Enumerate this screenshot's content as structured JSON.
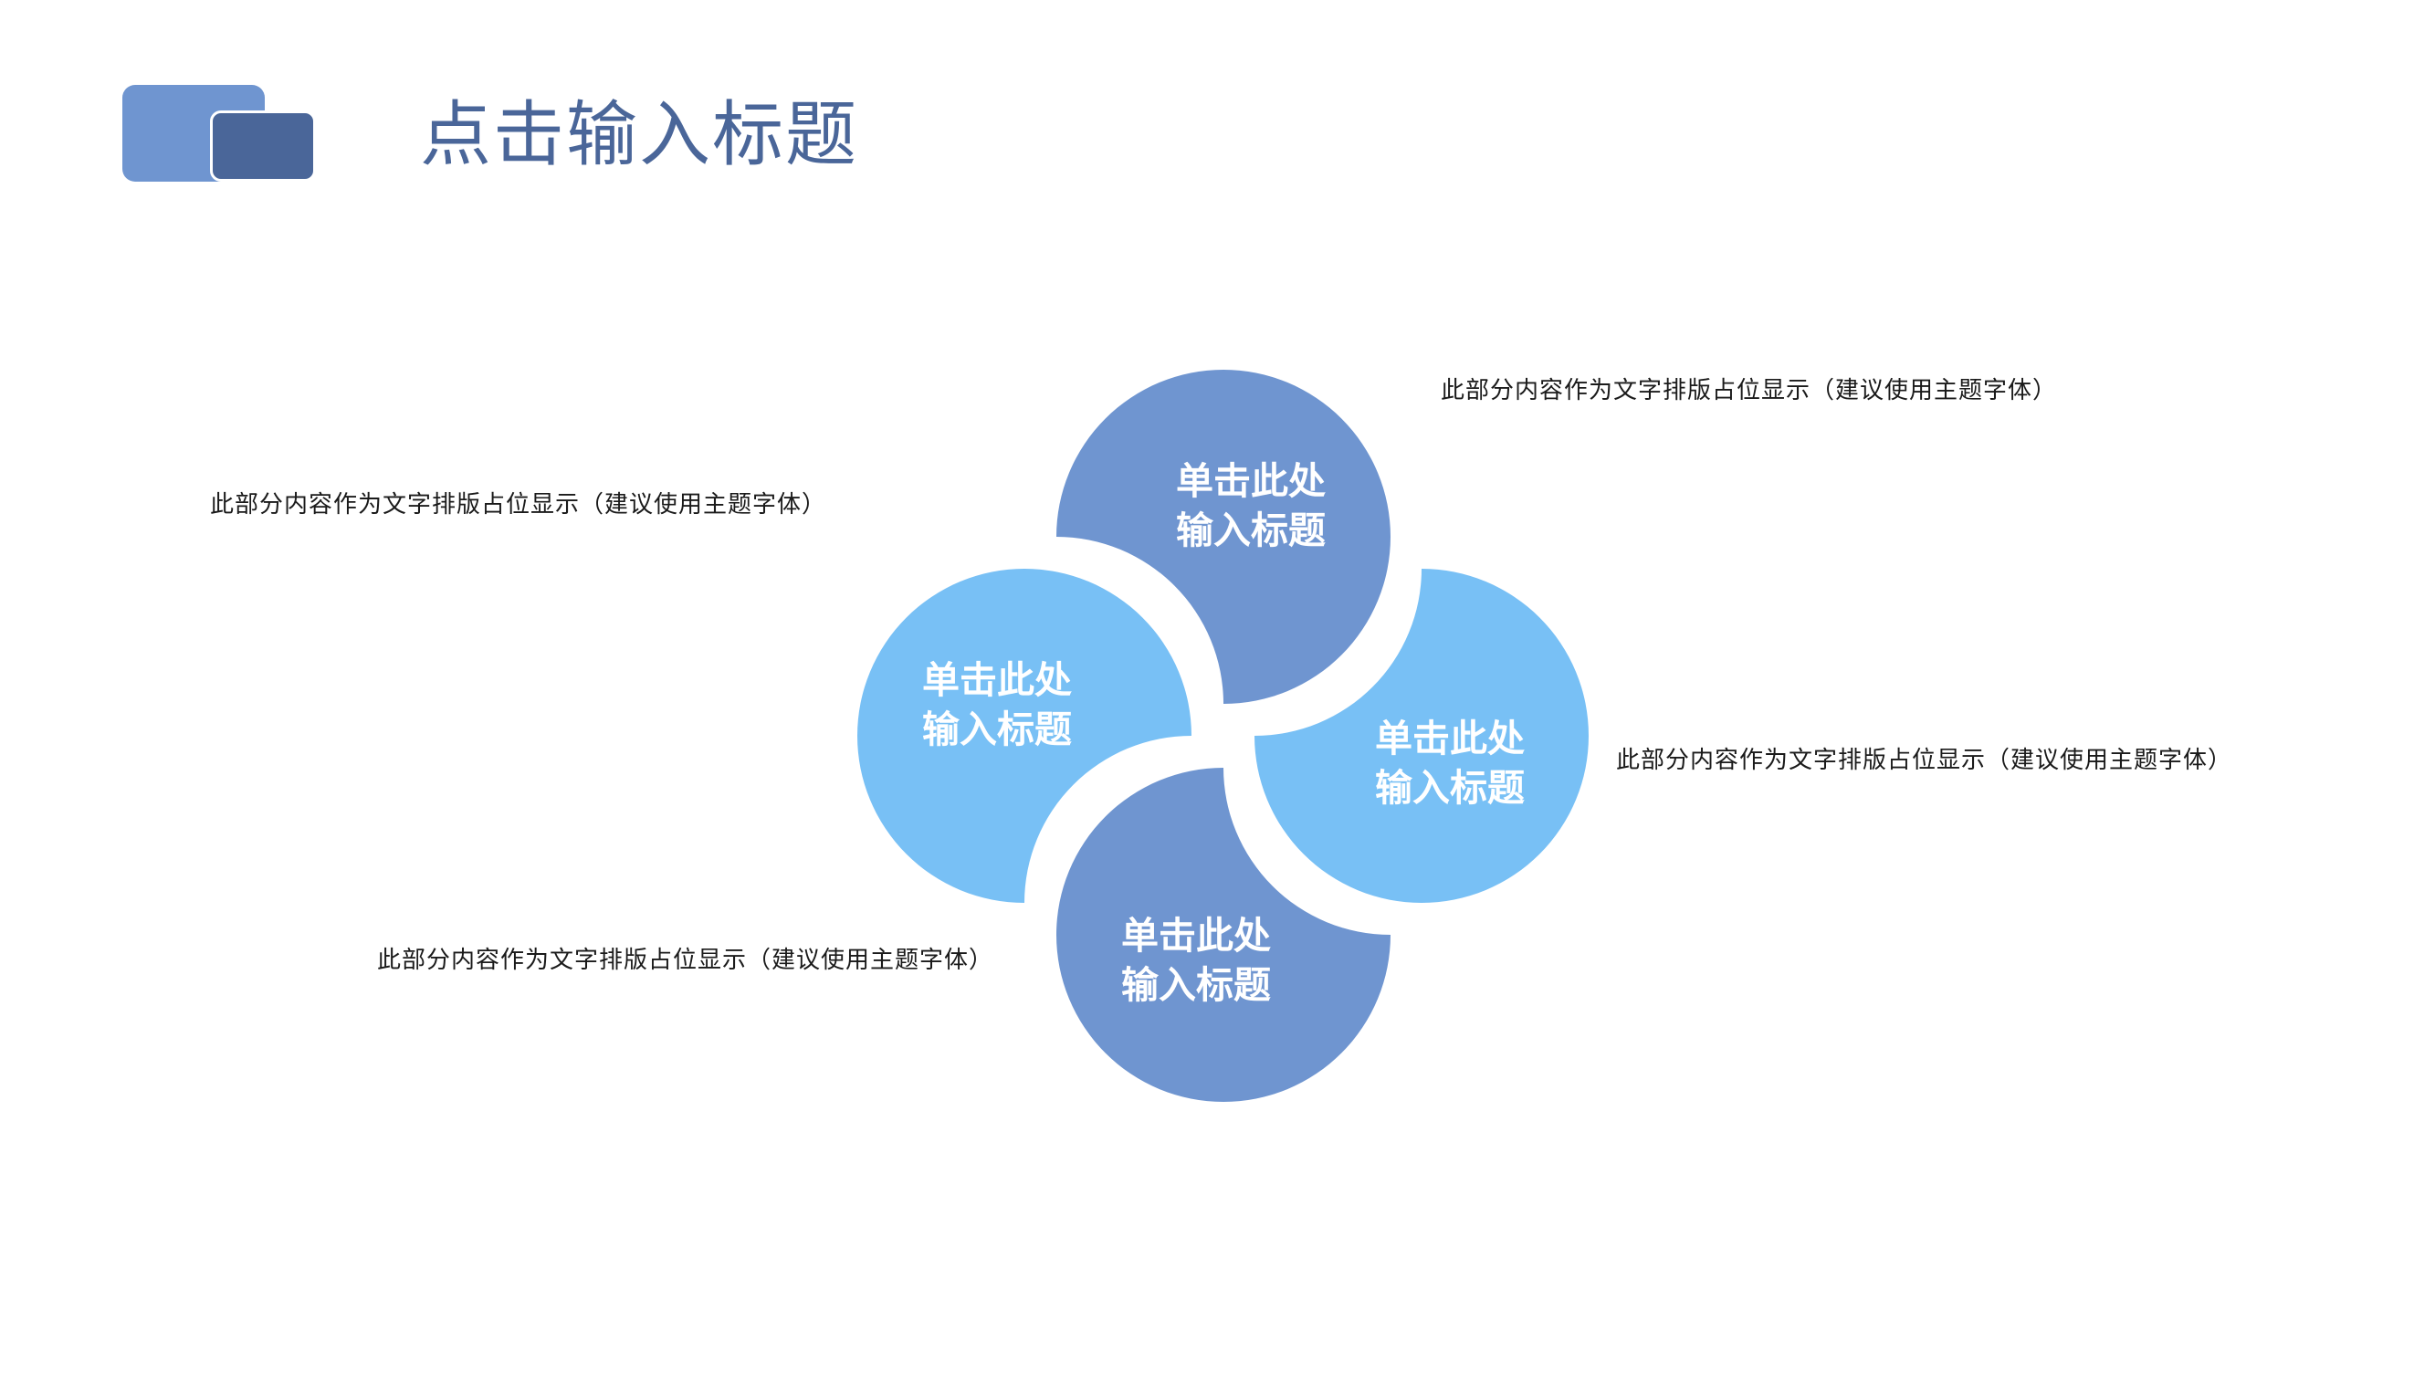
{
  "header": {
    "title": "点击输入标题"
  },
  "colors": {
    "dark_blue": "#6F95D0",
    "light_blue": "#78C0F5",
    "title_blue": "#4A6699",
    "logo_back": "#6F95D0",
    "logo_front": "#4A6699"
  },
  "petals": [
    {
      "line1": "单击此处",
      "line2": "输入标题"
    },
    {
      "line1": "单击此处",
      "line2": "输入标题"
    },
    {
      "line1": "单击此处",
      "line2": "输入标题"
    },
    {
      "line1": "单击此处",
      "line2": "输入标题"
    }
  ],
  "descriptions": [
    "此部分内容作为文字排版占位显示（建议使用主题字体）",
    "此部分内容作为文字排版占位显示（建议使用主题字体）",
    "此部分内容作为文字排版占位显示（建议使用主题字体）",
    "此部分内容作为文字排版占位显示（建议使用主题字体）"
  ]
}
